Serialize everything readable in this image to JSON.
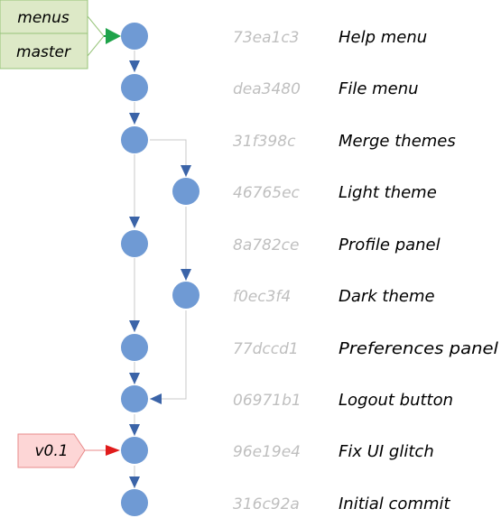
{
  "branches": [
    {
      "label": "menus"
    },
    {
      "label": "master"
    }
  ],
  "tag": {
    "label": "v0.1"
  },
  "commits": [
    {
      "hash": "73ea1c3",
      "message": "Help menu"
    },
    {
      "hash": "dea3480",
      "message": "File menu"
    },
    {
      "hash": "31f398c",
      "message": "Merge themes"
    },
    {
      "hash": "46765ec",
      "message": "Light theme"
    },
    {
      "hash": "8a782ce",
      "message": "Profile panel"
    },
    {
      "hash": "f0ec3f4",
      "message": "Dark theme"
    },
    {
      "hash": "77dccd1",
      "message": "Preferences panel"
    },
    {
      "hash": "06971b1",
      "message": "Logout button"
    },
    {
      "hash": "96e19e4",
      "message": "Fix UI glitch"
    },
    {
      "hash": "316c92a",
      "message": "Initial commit"
    }
  ],
  "colors": {
    "node": "#6f9ad4",
    "arrow": "#3b64a8",
    "edge": "#c8c8c8",
    "branch_fill": "#dde9c7",
    "branch_border": "#97c47a",
    "branch_pointer": "#1ea34a",
    "tag_fill": "#fdd6d6",
    "tag_border": "#e88a8a",
    "tag_pointer": "#e01b1b"
  }
}
